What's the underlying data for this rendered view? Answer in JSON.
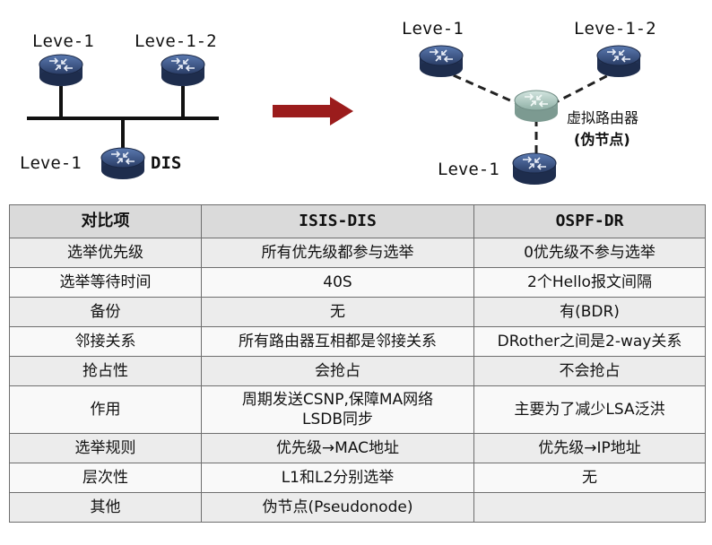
{
  "diagram": {
    "left": {
      "router_top_left": "Leve-1",
      "router_top_right": "Leve-1-2",
      "router_bottom": "Leve-1",
      "dis_label": "DIS"
    },
    "right": {
      "router_top_left": "Leve-1",
      "router_top_right": "Leve-1-2",
      "router_bottom": "Leve-1",
      "virtual_router_label": "虚拟路由器",
      "pseudonode_label": "(伪节点)"
    },
    "arrow_color": "#9b1c1c",
    "router_color": "#2a3d66",
    "virtual_router_color": "#8fb0a6"
  },
  "table": {
    "headers": [
      "对比项",
      "ISIS-DIS",
      "OSPF-DR"
    ],
    "rows": [
      [
        "选举优先级",
        "所有优先级都参与选举",
        "0优先级不参与选举"
      ],
      [
        "选举等待时间",
        "40S",
        "2个Hello报文间隔"
      ],
      [
        "备份",
        "无",
        "有(BDR)"
      ],
      [
        "邻接关系",
        "所有路由器互相都是邻接关系",
        "DRother之间是2-way关系"
      ],
      [
        "抢占性",
        "会抢占",
        "不会抢占"
      ],
      [
        "作用",
        "周期发送CSNP,保障MA网络\nLSDB同步",
        "主要为了减少LSA泛洪"
      ],
      [
        "选举规则",
        "优先级→MAC地址",
        "优先级→IP地址"
      ],
      [
        "层次性",
        "L1和L2分别选举",
        "无"
      ],
      [
        "其他",
        "伪节点(Pseudonode)",
        ""
      ]
    ]
  }
}
